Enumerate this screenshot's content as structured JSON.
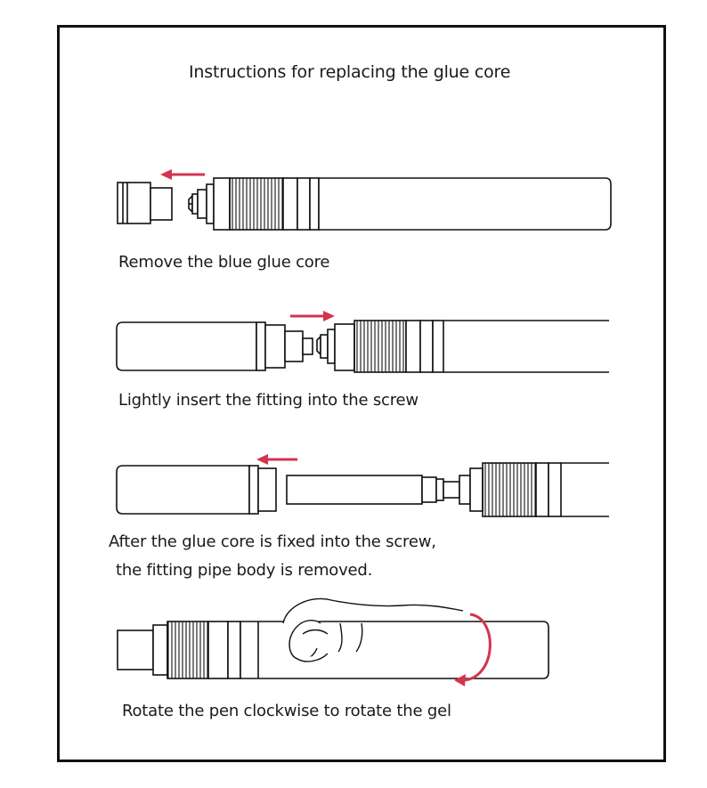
{
  "title": "Instructions for replacing the glue core",
  "steps": [
    {
      "caption": "Remove the blue glue core"
    },
    {
      "caption": "Lightly insert the fitting into the screw"
    },
    {
      "caption_line1": "After the glue core is fixed into the screw,",
      "caption_line2": "the fitting pipe body is removed."
    },
    {
      "caption": "Rotate the pen clockwise to rotate the gel"
    }
  ],
  "colors": {
    "arrow": "#d3344f",
    "line": "#111111",
    "background": "#ffffff"
  },
  "icons": [
    "left-arrow-icon",
    "right-arrow-icon",
    "hand-icon",
    "clockwise-arrow-icon"
  ]
}
